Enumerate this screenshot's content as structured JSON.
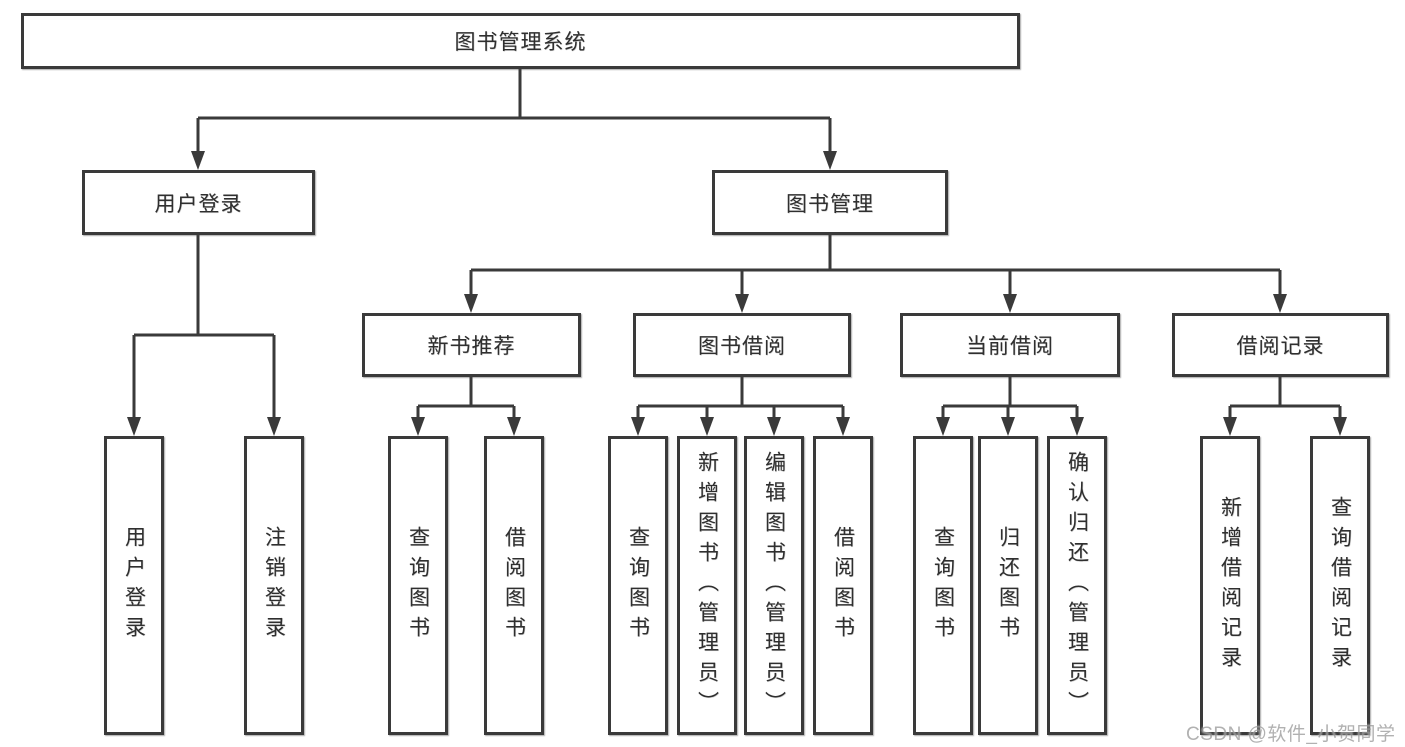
{
  "diagram": {
    "root": {
      "label": "图书管理系统"
    },
    "level2": [
      {
        "label": "用户登录"
      },
      {
        "label": "图书管理"
      }
    ],
    "level3": [
      {
        "label": "新书推荐"
      },
      {
        "label": "图书借阅"
      },
      {
        "label": "当前借阅"
      },
      {
        "label": "借阅记录"
      }
    ],
    "leaves": [
      {
        "label": "用户登录"
      },
      {
        "label": "注销登录"
      },
      {
        "label": "查询图书"
      },
      {
        "label": "借阅图书"
      },
      {
        "label": "查询图书"
      },
      {
        "label": "新增图书（管理员）"
      },
      {
        "label": "编辑图书（管理员）"
      },
      {
        "label": "借阅图书"
      },
      {
        "label": "查询图书"
      },
      {
        "label": "归还图书"
      },
      {
        "label": "确认归还（管理员）"
      },
      {
        "label": "新增借阅记录"
      },
      {
        "label": "查询借阅记录"
      }
    ],
    "watermark": "CSDN @软件_小贺同学",
    "colors": {
      "line": "#3a3a3a",
      "text": "#2f2f2f",
      "watermark": "#9e9e9e"
    }
  }
}
